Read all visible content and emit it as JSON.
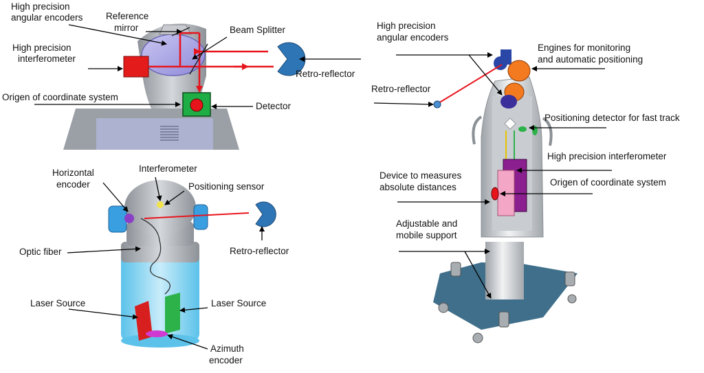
{
  "labels": {
    "tl_angular_1": "High precision",
    "tl_angular_2": "angular encoders",
    "tl_reference_1": "Reference",
    "tl_reference_2": "mirror",
    "tl_beam_splitter": "Beam Splitter",
    "tl_interf_1": "High precision",
    "tl_interf_2": "interferometer",
    "tl_retro": "Retro-reflector",
    "tl_origen": "Origen of coordinate  system",
    "tl_detector": "Detector",
    "bl_horizontal_1": "Horizontal",
    "bl_horizontal_2": "encoder",
    "bl_interferometer": "Interferometer",
    "bl_positioning": "Positioning sensor",
    "bl_retro": "Retro-reflector",
    "bl_optic": "Optic fiber",
    "bl_laser_left": "Laser Source",
    "bl_laser_right": "Laser Source",
    "bl_azimuth_1": "Azimuth",
    "bl_azimuth_2": "encoder",
    "r_angular_1": "High precision",
    "r_angular_2": "angular encoders",
    "r_engines_1": "Engines for monitoring",
    "r_engines_2": "and automatic positioning",
    "r_retro": "Retro-reflector",
    "r_positioning_detector": "Positioning detector for fast track",
    "r_interferometer": "High precision interferometer",
    "r_device_1": "Device to measures",
    "r_device_2": "absolute distances",
    "r_origen": "Origen of coordinate  system",
    "r_support_1": "Adjustable and",
    "r_support_2": "mobile support"
  },
  "colors": {
    "beam": "#e8141c",
    "retro_reflector": "#2e75b6",
    "interferometer_box": "#e31b1b",
    "detector_box": "#1fae45",
    "housing_grey": "#b8bcc2",
    "base_grey": "#8e949b",
    "glass_blue": "#7fd3f2",
    "orange_motor": "#f47a20",
    "purple_block": "#8b1f8f",
    "pink_block": "#f4a6c6",
    "base_teal": "#3f6f8a"
  }
}
